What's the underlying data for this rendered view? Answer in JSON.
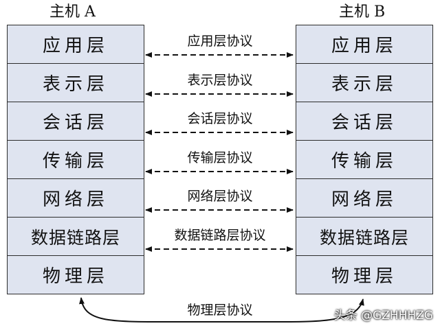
{
  "host_a": {
    "title": "主机 A",
    "layers": [
      "应用层",
      "表示层",
      "会话层",
      "传输层",
      "网络层",
      "数据链路层",
      "物理层"
    ]
  },
  "host_b": {
    "title": "主机 B",
    "layers": [
      "应用层",
      "表示层",
      "会话层",
      "传输层",
      "网络层",
      "数据链路层",
      "物理层"
    ]
  },
  "protocols": [
    "应用层协议",
    "表示层协议",
    "会话层协议",
    "传输层协议",
    "网络层协议",
    "数据链路层协议"
  ],
  "physical_link": {
    "label": "物理层协议"
  },
  "watermark": "头条 @GZHHHZG",
  "colors": {
    "layer_fill": "#dfe4f0",
    "line": "#111111",
    "border": "#2b2b2b"
  }
}
